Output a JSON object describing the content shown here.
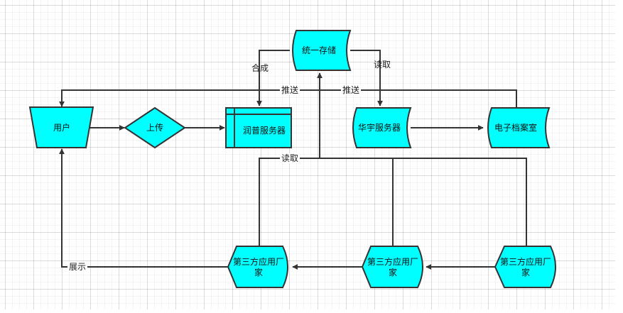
{
  "nodes": {
    "storage": "统一存储",
    "user": "用户",
    "upload": "上传",
    "runpu_server": "润普服务器",
    "huayu_server": "华宇服务器",
    "archive_room": "电子档案室",
    "vendor_1": "第三方应用厂家",
    "vendor_2": "第三方应用厂家",
    "vendor_3": "第三方应用厂家"
  },
  "edges": {
    "merge": "合成",
    "read_top": "读取",
    "push_left": "推送",
    "push_right": "推送",
    "read_bottom": "读取",
    "display": "展示"
  },
  "colors": {
    "node_fill": "#00ffff",
    "node_stroke": "#333333",
    "edge": "#333333"
  }
}
